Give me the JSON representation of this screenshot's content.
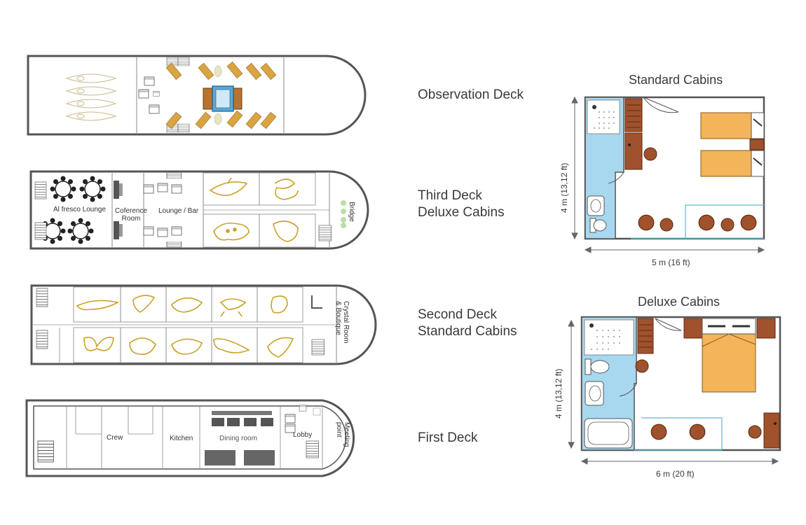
{
  "decks": [
    {
      "id": "observation",
      "name": "Observation Deck"
    },
    {
      "id": "third",
      "name": "Third Deck",
      "subtitle": "Deluxe Cabins"
    },
    {
      "id": "second",
      "name": "Second Deck",
      "subtitle": "Standard Cabins"
    },
    {
      "id": "first",
      "name": "First Deck"
    }
  ],
  "rooms": {
    "alfresco": "Al fresco Lounge",
    "conference_line1": "Coference",
    "conference_line2": "Room",
    "lounge_bar": "Lounge / Bar",
    "bridge": "Bridge",
    "crystal_line1": "Crystal Room",
    "crystal_line2": "& Boutique",
    "crew": "Crew",
    "kitchen": "Kitchen",
    "dining": "Dining room",
    "lobby": "Lobby",
    "meeting_line1": "Meeting",
    "meeting_line2": "point"
  },
  "cabins": {
    "standard": {
      "title": "Standard Cabins",
      "height": "4  m (13,12 ft)",
      "width": "5 m (16 ft)"
    },
    "deluxe": {
      "title": "Deluxe Cabins",
      "height": "4  m (13,12 ft)",
      "width": "6  m (20 ft)"
    }
  },
  "colors": {
    "hull": "#555555",
    "animal": "#c9a227",
    "wood": "#a0522d",
    "bed": "#f3b45a",
    "bath": "#a8d8ef",
    "pool": "#5aa9d6",
    "glass": "#5bb8d6"
  }
}
